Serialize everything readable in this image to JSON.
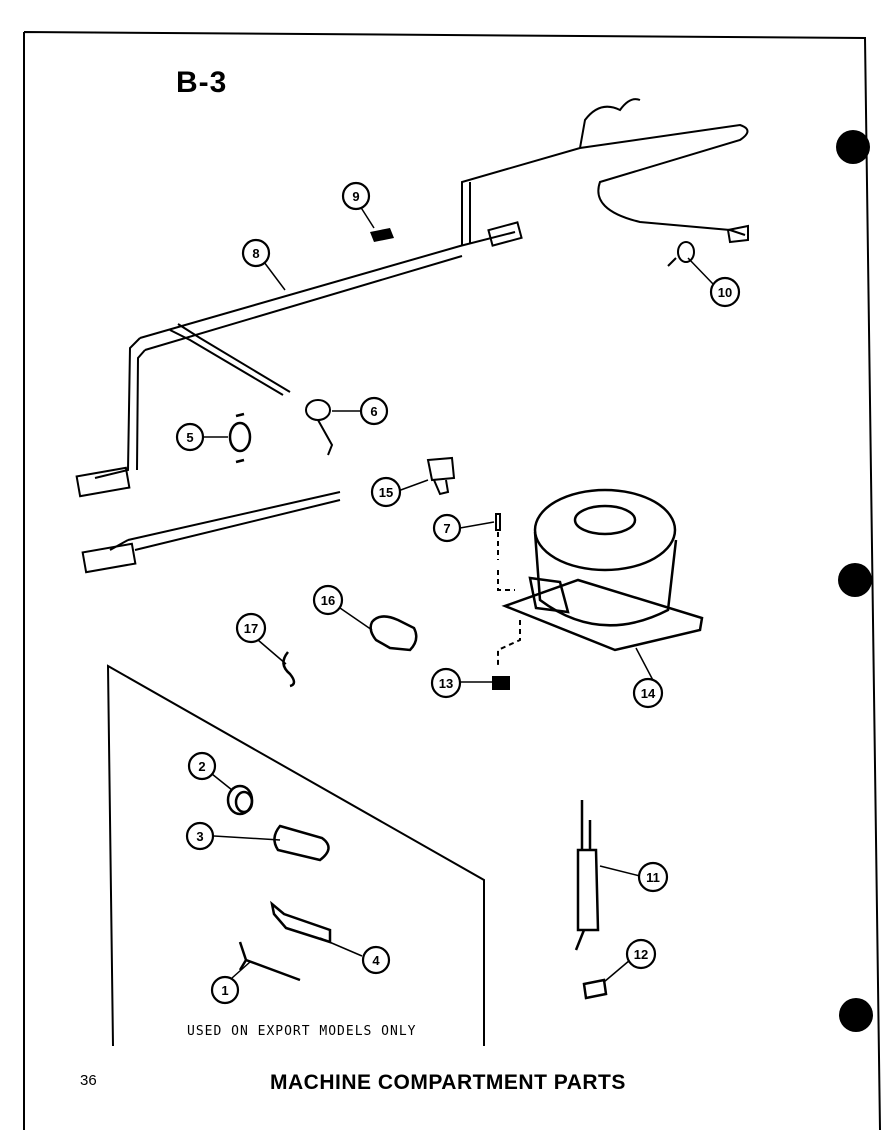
{
  "header": {
    "page_id": "B-3"
  },
  "footer": {
    "page_number": "36",
    "title": "MACHINE COMPARTMENT PARTS"
  },
  "diagram": {
    "export_note": "USED ON EXPORT MODELS ONLY",
    "callouts": [
      "1",
      "2",
      "3",
      "4",
      "5",
      "6",
      "7",
      "8",
      "9",
      "10",
      "11",
      "12",
      "13",
      "14",
      "15",
      "16",
      "17"
    ]
  },
  "colors": {
    "ink": "#000000",
    "paper": "#ffffff"
  }
}
